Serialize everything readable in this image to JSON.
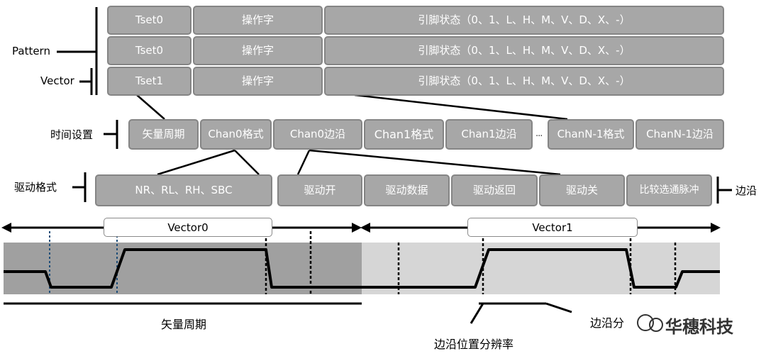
{
  "pattern_label": "Pattern",
  "vector_label": "Vector",
  "rows": [
    {
      "tset": "Tset0",
      "op": "操作字",
      "pins": "引脚状态（0、1、L、H、M、V、D、X、-）"
    },
    {
      "tset": "Tset0",
      "op": "操作字",
      "pins": "引脚状态（0、1、L、H、M、V、D、X、-）"
    },
    {
      "tset": "Tset1",
      "op": "操作字",
      "pins": "引脚状态（0、1、L、H、M、V、D、X、-）"
    }
  ],
  "time_setting": {
    "label": "时间设置",
    "items": [
      "矢量周期",
      "Chan0格式",
      "Chan0边沿",
      "Chan1格式",
      "Chan1边沿",
      "ChanN-1格式",
      "ChanN-1边沿"
    ],
    "ellipsis": "..."
  },
  "drive_format": {
    "label": "驱动格式",
    "items": [
      "NR、RL、RH、SBC",
      "驱动开",
      "驱动数据",
      "驱动返回",
      "驱动关",
      "比较选通脉冲"
    ],
    "edge_label": "边沿"
  },
  "timeline": {
    "vector0": "Vector0",
    "vector1": "Vector1",
    "period_label": "矢量周期",
    "edge_resolution_label": "边沿位置分辨率",
    "edge_partial_label": "边沿分"
  },
  "watermark": "华穗科技",
  "colors": {
    "box_fill": "#a7a7a7",
    "box_border": "#858585",
    "dark_band": "#a0a0a0",
    "light_band": "#d6d6d6",
    "blue_marker": "#1f4e79"
  }
}
